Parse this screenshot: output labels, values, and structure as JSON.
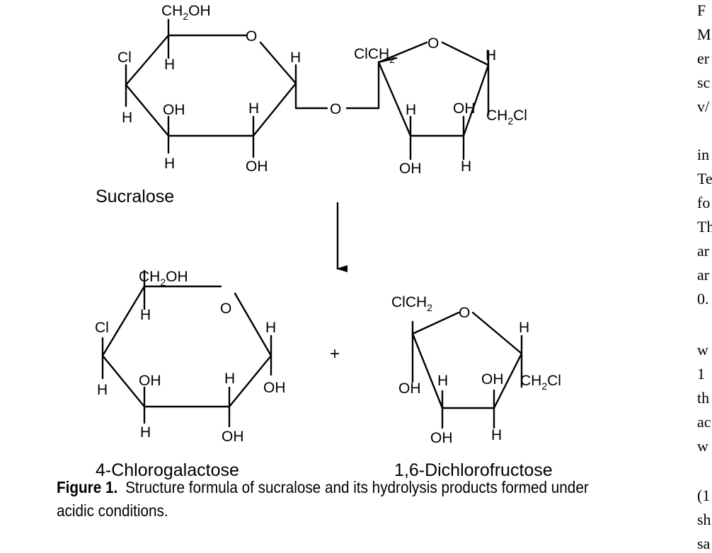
{
  "figure": {
    "top": {
      "name": "Sucralose",
      "pyranose_labels": {
        "ch2oh": [
          "CH",
          "2",
          "OH"
        ],
        "ring_o": "O",
        "cl": "Cl",
        "h_c5": "H",
        "h_c1": "H",
        "h_c4": "H",
        "oh_c3": "OH",
        "h_c2": "H",
        "h_c3": "H",
        "oh_c2": "OH"
      },
      "bridge_o": "O",
      "furanose_labels": {
        "clch2": [
          "ClCH",
          "2"
        ],
        "ring_o": "O",
        "h_c5": "H",
        "h_c3": "H",
        "oh_c4": "OH",
        "ch2cl": [
          "CH",
          "2",
          "Cl"
        ],
        "oh_c3": "OH",
        "h_c4": "H"
      }
    },
    "bottom_left": {
      "name": "4-Chlorogalactose",
      "labels": {
        "ch2oh": [
          "CH",
          "2",
          "OH"
        ],
        "ring_o": "O",
        "cl": "Cl",
        "h_c5": "H",
        "h_c1": "H",
        "h_c4": "H",
        "oh_c3": "OH",
        "h_c2": "H",
        "oh_c1": "OH",
        "h_c3": "H",
        "oh_c2": "OH"
      }
    },
    "plus": "+",
    "bottom_right": {
      "name": "1,6-Dichlorofructose",
      "labels": {
        "clch2": [
          "ClCH",
          "2"
        ],
        "ring_o": "O",
        "h_c5": "H",
        "oh_c2": "OH",
        "h_c3": "H",
        "oh_c4": "OH",
        "ch2cl": [
          "CH",
          "2",
          "Cl"
        ],
        "oh_c3": "OH",
        "h_c4": "H"
      }
    }
  },
  "caption": {
    "label": "Figure 1.",
    "text": "Structure formula of sucralose and its hydrolysis products formed under acidic conditions."
  },
  "side_text": [
    "F",
    "M",
    "er",
    "sc",
    "v/",
    "in",
    "Te",
    "fo",
    "Th",
    "ar",
    "ar",
    "0.",
    "w",
    "1",
    "th",
    "ac",
    "w",
    "(1",
    "sh",
    "sa"
  ]
}
